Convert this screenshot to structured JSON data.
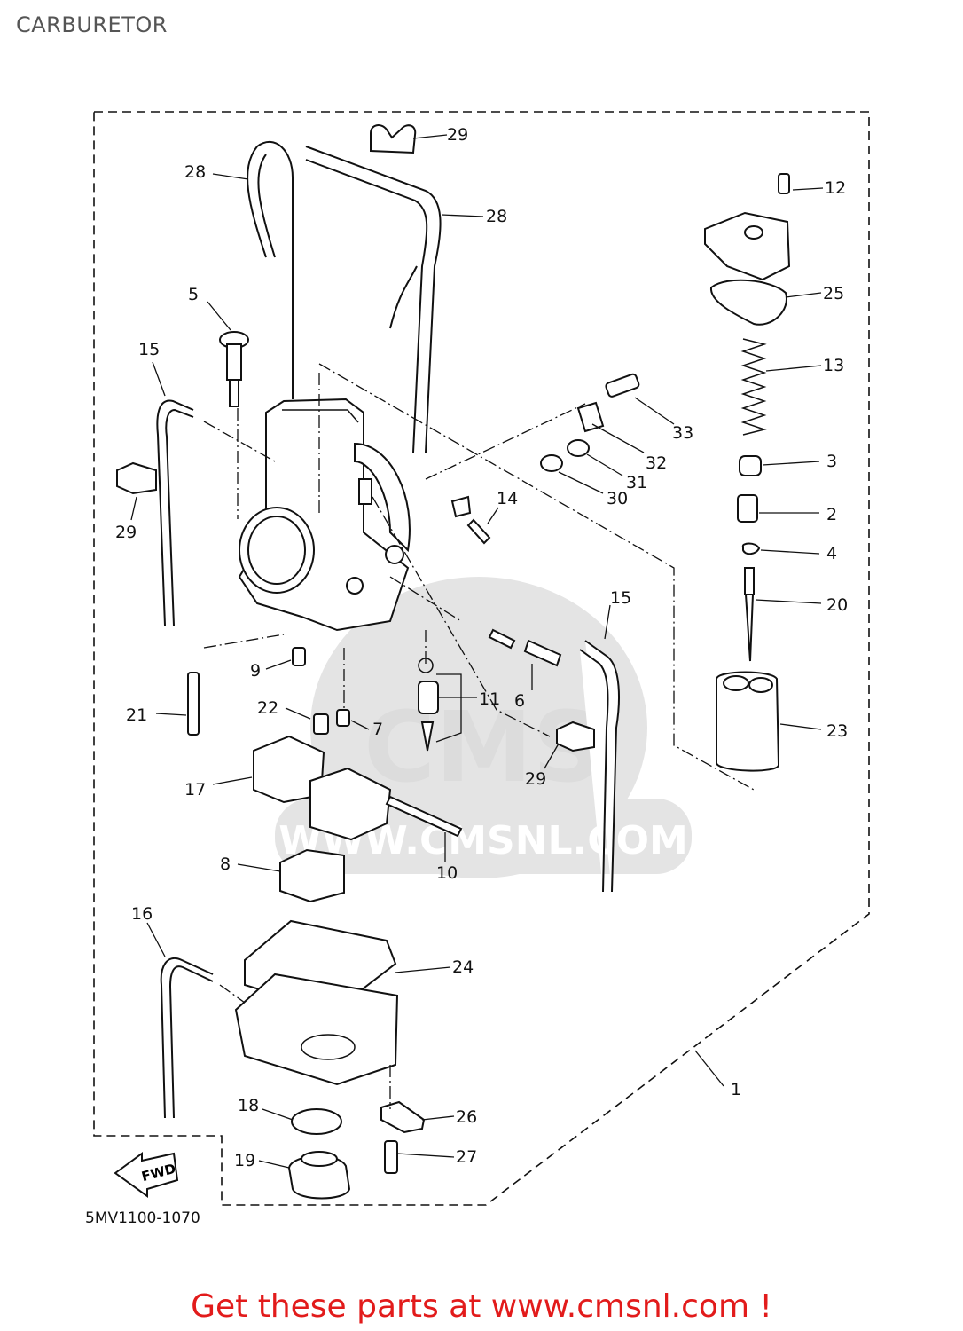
{
  "header": {
    "title": "CARBURETOR"
  },
  "diagram": {
    "drawing_code": "5MV1100-1070",
    "direction_label": "FWD",
    "callouts": [
      {
        "id": "c1",
        "text": "1"
      },
      {
        "id": "c2",
        "text": "2"
      },
      {
        "id": "c3",
        "text": "3"
      },
      {
        "id": "c4",
        "text": "4"
      },
      {
        "id": "c5",
        "text": "5"
      },
      {
        "id": "c6",
        "text": "6"
      },
      {
        "id": "c7",
        "text": "7"
      },
      {
        "id": "c8",
        "text": "8"
      },
      {
        "id": "c9",
        "text": "9"
      },
      {
        "id": "c10",
        "text": "10"
      },
      {
        "id": "c11",
        "text": "11"
      },
      {
        "id": "c12",
        "text": "12"
      },
      {
        "id": "c13",
        "text": "13"
      },
      {
        "id": "c14",
        "text": "14"
      },
      {
        "id": "c15a",
        "text": "15"
      },
      {
        "id": "c15b",
        "text": "15"
      },
      {
        "id": "c16",
        "text": "16"
      },
      {
        "id": "c17",
        "text": "17"
      },
      {
        "id": "c18",
        "text": "18"
      },
      {
        "id": "c19",
        "text": "19"
      },
      {
        "id": "c20",
        "text": "20"
      },
      {
        "id": "c21",
        "text": "21"
      },
      {
        "id": "c22",
        "text": "22"
      },
      {
        "id": "c23",
        "text": "23"
      },
      {
        "id": "c24",
        "text": "24"
      },
      {
        "id": "c25",
        "text": "25"
      },
      {
        "id": "c26",
        "text": "26"
      },
      {
        "id": "c27",
        "text": "27"
      },
      {
        "id": "c28a",
        "text": "28"
      },
      {
        "id": "c28b",
        "text": "28"
      },
      {
        "id": "c29a",
        "text": "29"
      },
      {
        "id": "c29b",
        "text": "29"
      },
      {
        "id": "c29c",
        "text": "29"
      },
      {
        "id": "c30",
        "text": "30"
      },
      {
        "id": "c31",
        "text": "31"
      },
      {
        "id": "c32",
        "text": "32"
      },
      {
        "id": "c33",
        "text": "33"
      }
    ]
  },
  "watermark": {
    "logo": "CMS",
    "url": "WWW.CMSNL.COM"
  },
  "footer": {
    "link_text": "Get these parts at www.cmsnl.com !"
  },
  "colors": {
    "footer_link": "#e21b1b",
    "title": "#555555",
    "watermark": "#dcdcdc"
  }
}
